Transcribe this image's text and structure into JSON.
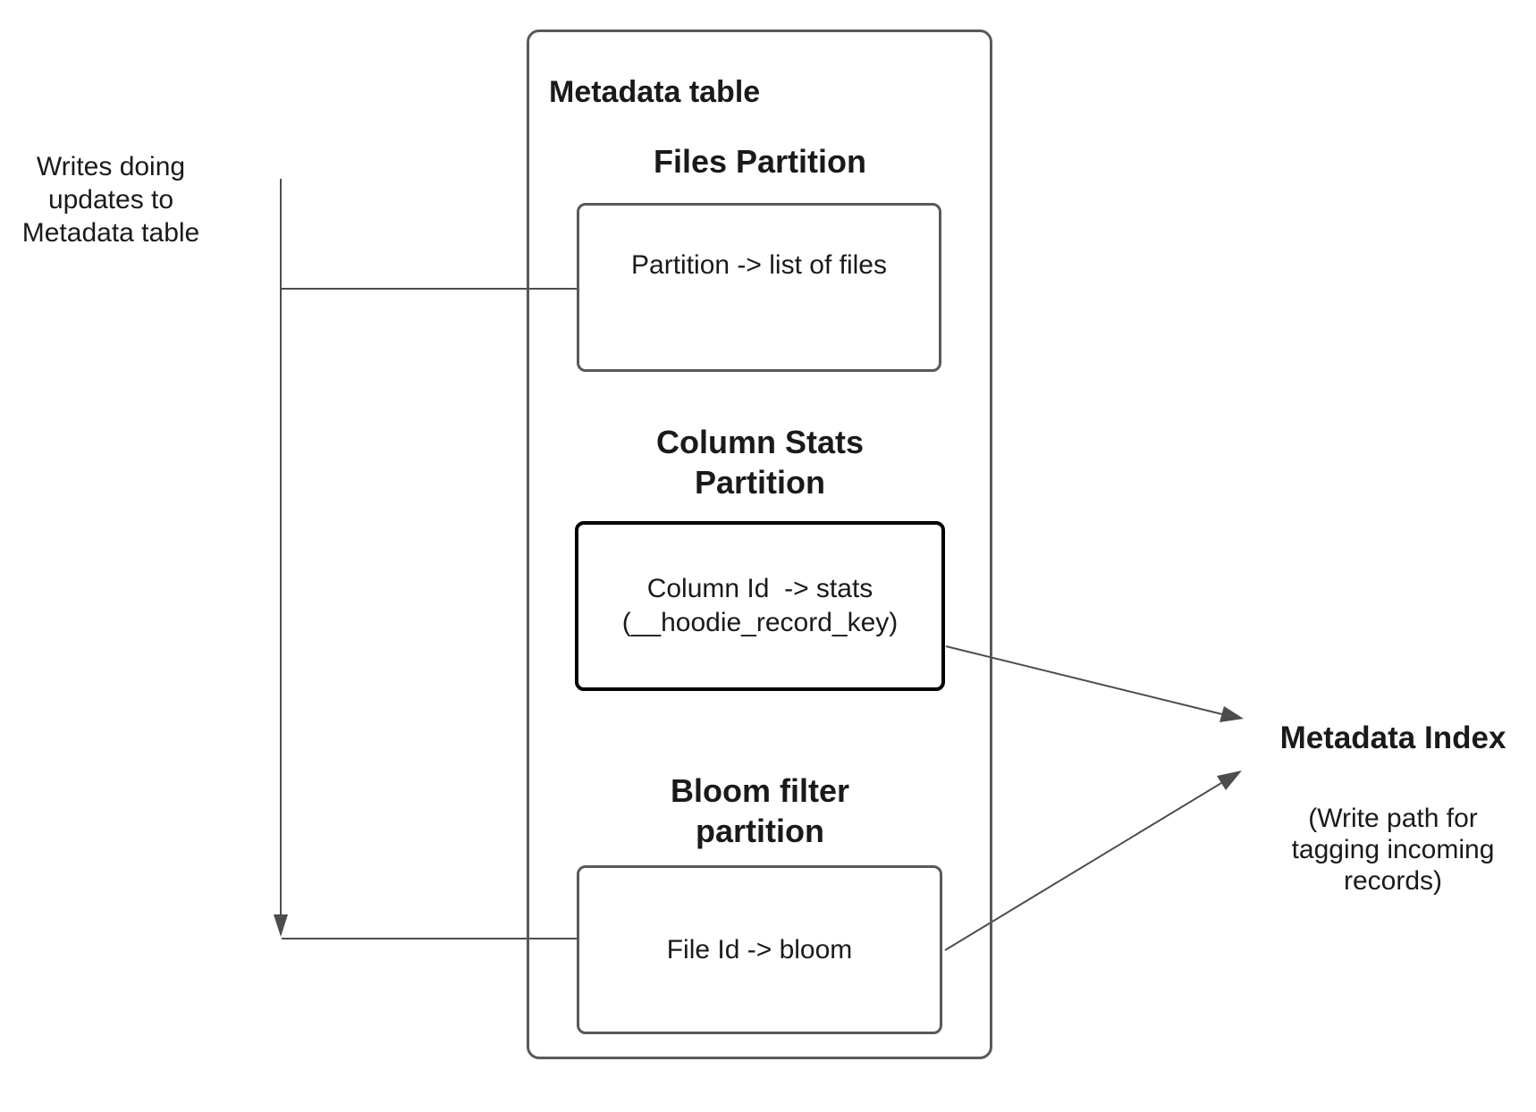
{
  "colors": {
    "text": "#1a1a1a",
    "container_border": "#595959",
    "highlight_border": "#000000",
    "connector": "#4d4d4d",
    "background": "#ffffff"
  },
  "left_annotation": {
    "lines": [
      "Writes doing",
      "updates to",
      "Metadata table"
    ]
  },
  "metadata_table": {
    "title": "Metadata table",
    "files_partition": {
      "header": "Files Partition",
      "box_text": "Partition -> list of files"
    },
    "column_stats_partition": {
      "header_lines": [
        "Column Stats",
        "Partition"
      ],
      "box_lines": [
        "Column Id  -> stats",
        "(__hoodie_record_key)"
      ]
    },
    "bloom_filter_partition": {
      "header_lines": [
        "Bloom filter",
        "partition"
      ],
      "box_text": "File Id -> bloom"
    }
  },
  "metadata_index": {
    "title": "Metadata Index",
    "subtitle_lines": [
      "(Write path for",
      "tagging incoming",
      "records)"
    ]
  }
}
